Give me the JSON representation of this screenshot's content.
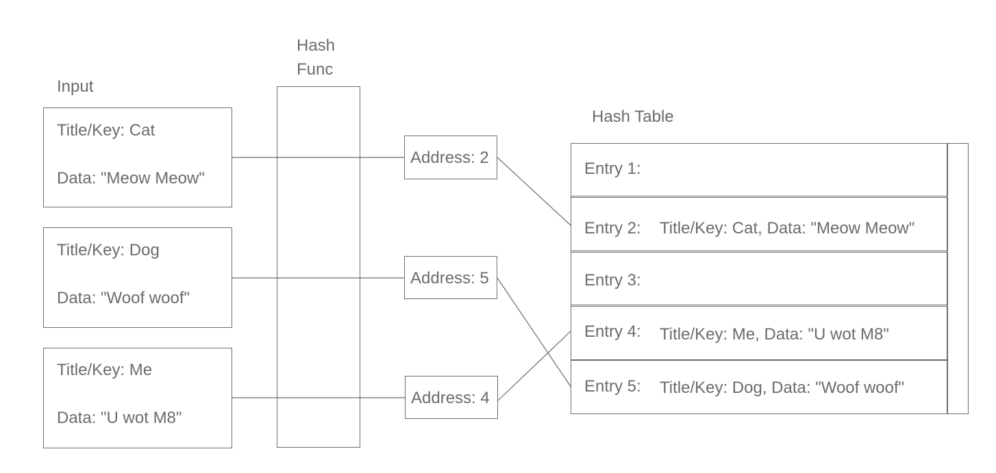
{
  "labels": {
    "input": "Input",
    "hash_func_line1": "Hash",
    "hash_func_line2": "Func",
    "hash_table": "Hash Table"
  },
  "inputs": [
    {
      "key": "Title/Key: Cat",
      "data": "Data: \"Meow Meow\""
    },
    {
      "key": "Title/Key: Dog",
      "data": "Data: \"Woof woof\""
    },
    {
      "key": "Title/Key: Me",
      "data": "Data: \"U wot M8\""
    }
  ],
  "addresses": [
    {
      "label": "Address: 2"
    },
    {
      "label": "Address: 5"
    },
    {
      "label": "Address: 4"
    }
  ],
  "entries": [
    {
      "label": "Entry 1:",
      "content": ""
    },
    {
      "label": "Entry 2:",
      "content": "Title/Key: Cat, Data: \"Meow Meow\""
    },
    {
      "label": "Entry 3:",
      "content": ""
    },
    {
      "label": "Entry 4:",
      "content": "Title/Key: Me, Data: \"U wot M8\""
    },
    {
      "label": "Entry 5:",
      "content": "Title/Key: Dog, Data: \"Woof woof\""
    }
  ]
}
